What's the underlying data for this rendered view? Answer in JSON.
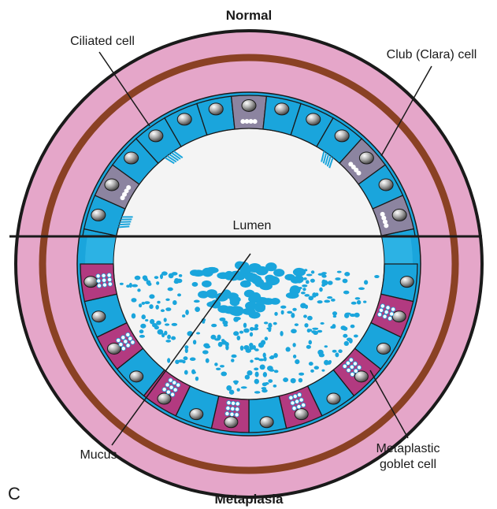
{
  "title_top": "Normal",
  "title_bottom": "Metaplasia",
  "panel_letter": "C",
  "labels": {
    "ciliated_cell": "Ciliated cell",
    "club_cell": "Club (Clara) cell",
    "lumen": "Lumen",
    "mucus": "Mucus",
    "goblet_line1": "Metaplastic",
    "goblet_line2": "goblet cell"
  },
  "colors": {
    "outer_pink": "#e5a6c9",
    "brown_ring": "#8a4124",
    "epithelium_blue": "#1aa5dc",
    "goblet_magenta": "#b23a80",
    "club_gray": "#8c84a0",
    "lumen_bg": "#f4f4f4",
    "outline": "#1a1a1a"
  }
}
